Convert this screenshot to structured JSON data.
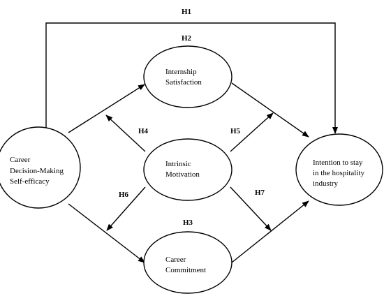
{
  "nodes": {
    "career_dmse": {
      "lines": [
        "Career",
        "Decision-Making",
        "Self-efficacy"
      ]
    },
    "internship": {
      "lines": [
        "Internship",
        "Satisfaction"
      ]
    },
    "intrinsic": {
      "lines": [
        "Intrinsic",
        "Motivation"
      ]
    },
    "commitment": {
      "lines": [
        "Career",
        "Commitment"
      ]
    },
    "intention": {
      "lines": [
        "Intention to stay",
        "in the hospitality",
        "industry"
      ]
    }
  },
  "hypotheses": {
    "h1": "H1",
    "h2": "H2",
    "h3": "H3",
    "h4": "H4",
    "h5": "H5",
    "h6": "H6",
    "h7": "H7"
  }
}
